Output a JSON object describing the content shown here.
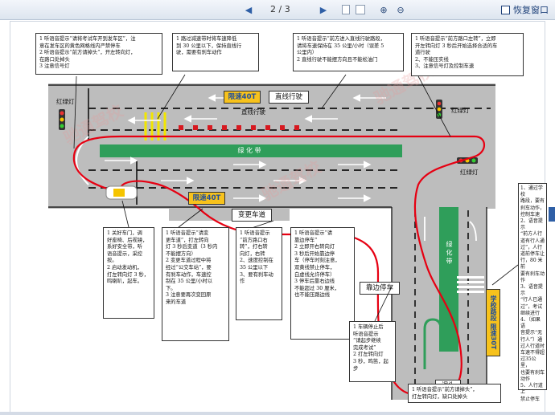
{
  "viewer": {
    "page_current": "2",
    "page_separator": "/",
    "page_total": "3",
    "restore_label": "恢复窗口"
  },
  "signs": {
    "speed_limit_top": "限速40T",
    "speed_limit_left": "限速40T",
    "straight_top": "直线行驶",
    "straight_road": "直线行驶",
    "green_belt_h": "绿 化 带",
    "green_belt_v": "绿 化 带",
    "lane_change": "变更车道",
    "pull_over": "靠边停车",
    "school_zone": "学校路段 限速30T",
    "u_turn": "调头",
    "traffic_light_tl": "红绿灯",
    "traffic_light_tr": "红绿灯",
    "traffic_light_r": "红绿灯",
    "watermark": "驰通驾校"
  },
  "notes": {
    "n1": "1 听语音提示“请将考试车开到发车区”，注\n意在发车区的黄色网格线内严禁停车\n2 听语音提示“前方请掉头”，开左转向灯，\n在路口处掉头\n3 注意信号灯",
    "n2": "1 路过减速带时将车速降低\n到 30 公里以下，保持直线行\n驶，需要有刹车动作",
    "n3": "1 听语音提示“前方进入直线行驶路段，\n请将车速保持在 35 公里/小时（误差 5\n公里内）\n2 直线行驶不能摆方向且不能松油门",
    "n4": "1 听语音提示“前方路口左转”，立即\n开左转向灯 3 秒后开始选择合适的车\n道行驶\n2、不能压实线\n3、注意信号灯及控制车速",
    "n5": "1 关好车门，调\n好座椅、后视镜，\n系好安全带，听\n语音提示，采控\n按。\n2 启动发动机，\n打左转向灯 3 秒，\n鸣喇叭，起车。",
    "n6": "1 听语音提示“请变\n更车道”，打左转向\n灯 3 秒后变道（3 秒内\n不能摆方向）\n2 变更车道过程中将\n经过“公交车站”，要\n有刹车动作，车速控\n制在 35 公里/小时以\n下。\n3 注意要再次变回原\n来的车道",
    "n7": "1 听语音提示\n“前方路口右\n转”，打右转\n向灯，右转\n2、速度控制在\n35 公里以下\n3、要有刹车动\n作",
    "n8": "1 听语音提示“请\n靠边停车”\n2 立即开右转向灯\n3 秒后开始靠边停\n车（停车时刻注意，\n双黄线禁止停车，\n白虚线允许停车）\n3 停车后靠右边线\n不能超过 30 厘米，\n也不能压路边线",
    "n9": "1 车辆停止后\n听语音提示\n“请起步继续\n完成考试”\n2 打左转向灯\n3 秒，鸣笛，起\n步",
    "n10": "1 听语音提示“前方请掉头”，\n打左转向灯，缺口处掉头",
    "n11": "1、通过学校\n路段，要有\n刹车动作，\n控制车速\n2、语音提示\n“前方人行\n道有行人通\n过”，人行\n道前停车让\n行，80 米前\n要有刹车动\n作\n3、语音提示\n“行人已通\n过”，考试\n继续进行\n4、（如果语\n音提示“无\n行人”）通\n过人行道时\n车速不得超\n过35公里，\n也要有刹车\n动作\n5、人行道上\n禁止停车"
  },
  "colors": {
    "route": "#e60012",
    "green_belt": "#2f9e5a",
    "road": "#bdbdbd",
    "sign_yellow": "#f7c21c",
    "sign_blue": "#1f4e9c"
  }
}
